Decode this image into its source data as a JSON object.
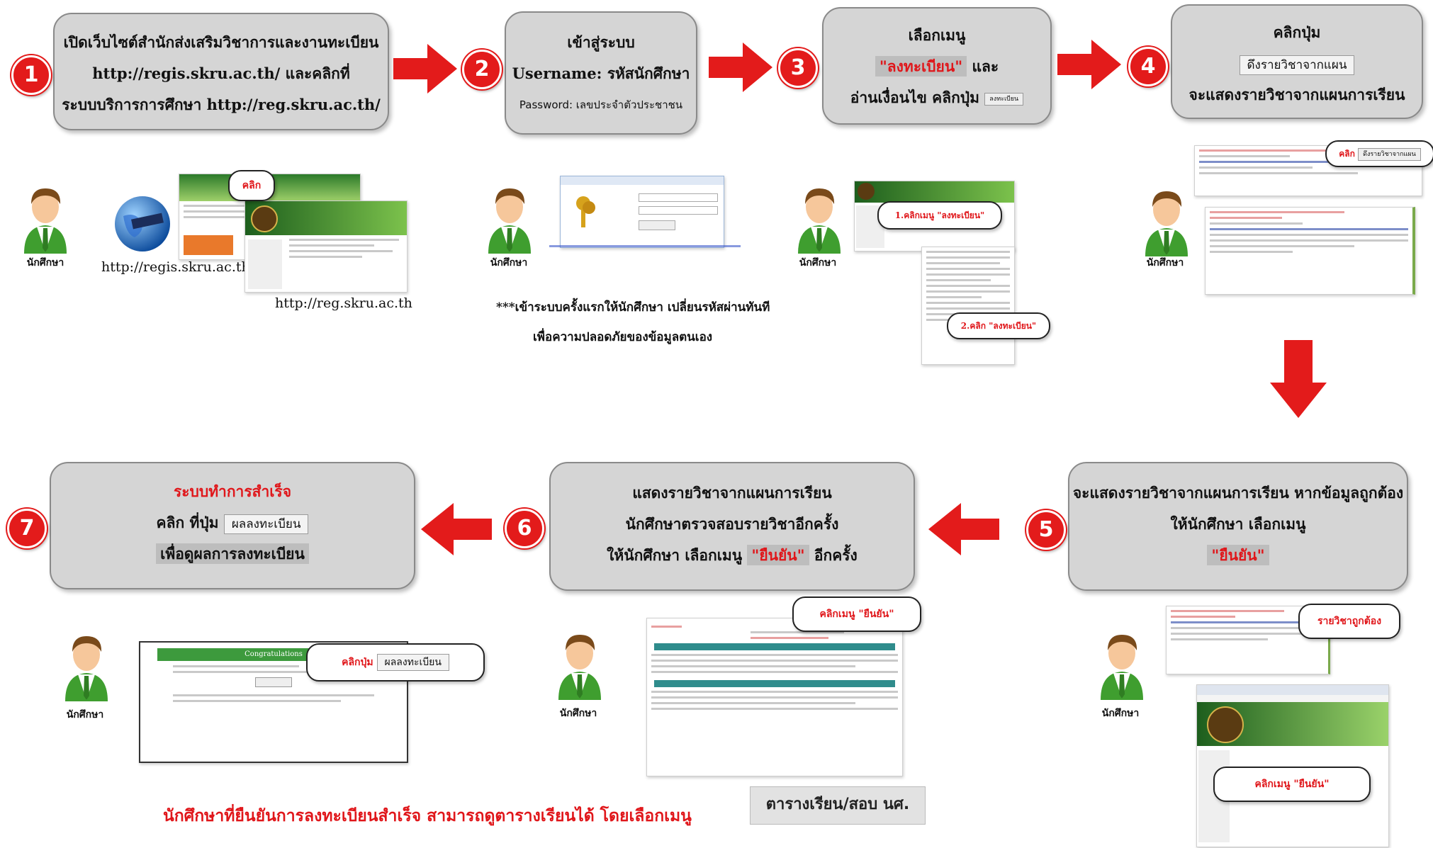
{
  "steps": [
    {
      "num": "1",
      "lines": [
        "เปิดเว็บไซต์สำนักส่งเสริมวิชาการและงานทะเบียน",
        "http://regis.skru.ac.th/  และคลิกที่",
        "ระบบบริการการศึกษา http://reg.skru.ac.th/"
      ]
    },
    {
      "num": "2",
      "title": "เข้าสู่ระบบ",
      "username": "Username: รหัสนักศึกษา",
      "password": "Password: เลขประจำตัวประชาชน"
    },
    {
      "num": "3",
      "title": "เลือกเมนู",
      "menu_highlight": "\"ลงทะเบียน\"",
      "after_highlight": " และ",
      "line3": "อ่านเงื่อนไข คลิกปุ่ม",
      "button": "ลงทะเบียน"
    },
    {
      "num": "4",
      "title": "คลิกปุ่ม",
      "button": "ดึงรายวิชาจากแผน",
      "line3": "จะแสดงรายวิชาจากแผนการเรียน"
    },
    {
      "num": "5",
      "line1": "จะแสดงรายวิชาจากแผนการเรียน หากข้อมูลถูกต้อง",
      "line2": "ให้นักศึกษา เลือกเมนู",
      "highlight": "\"ยืนยัน\""
    },
    {
      "num": "6",
      "line1": "แสดงรายวิชาจากแผนการเรียน",
      "line2": "นักศึกษาตรวจสอบรายวิชาอีกครั้ง",
      "line3_before": "ให้นักศึกษา เลือกเมนู ",
      "highlight": "\"ยืนยัน\"",
      "line3_after": " อีกครั้ง"
    },
    {
      "num": "7",
      "title": "ระบบทำการสำเร็จ",
      "line2_before": "คลิก ที่ปุ่ม",
      "button": "ผลลงทะเบียน",
      "line3": "เพื่อดูผลการลงทะเบียน"
    }
  ],
  "person_label": "นักศึกษา",
  "row1": {
    "url_regis": "http://regis.skru.ac.th",
    "url_reg": "http://reg.skru.ac.th",
    "bubble_click": "คลิก",
    "login_note_line1": "***เข้าระบบครั้งแรกให้นักศึกษา เปลี่ยนรหัสผ่านทันที",
    "login_note_line2": "เพื่อความปลอดภัยของข้อมูลตนเอง",
    "bubble_step3a": "1.คลิกเมนู \"ลงทะเบียน\"",
    "bubble_step3b": "2.คลิก \"ลงทะเบียน\"",
    "bubble_step4_label": "คลิก",
    "bubble_step4_button": "ดึงรายวิชาจากแผน"
  },
  "row2": {
    "bubble_step5a": "รายวิชาถูกต้อง",
    "bubble_step5b": "คลิกเมนู \"ยืนยัน\"",
    "bubble_step6": "คลิกเมนู \"ยืนยัน\"",
    "bubble_step7_label": "คลิกปุ่ม",
    "bubble_step7_button": "ผลลงทะเบียน",
    "congrats": "Congratulations"
  },
  "footer": {
    "text": "นักศึกษาที่ยืนยันการลงทะเบียนสำเร็จ สามารถดูตารางเรียนได้  โดยเลือกเมนู",
    "menu_button": "ตารางเรียน/สอบ นศ."
  },
  "colors": {
    "red": "#e0161a",
    "box": "#d5d5d5",
    "green": "#3f7d2a"
  }
}
